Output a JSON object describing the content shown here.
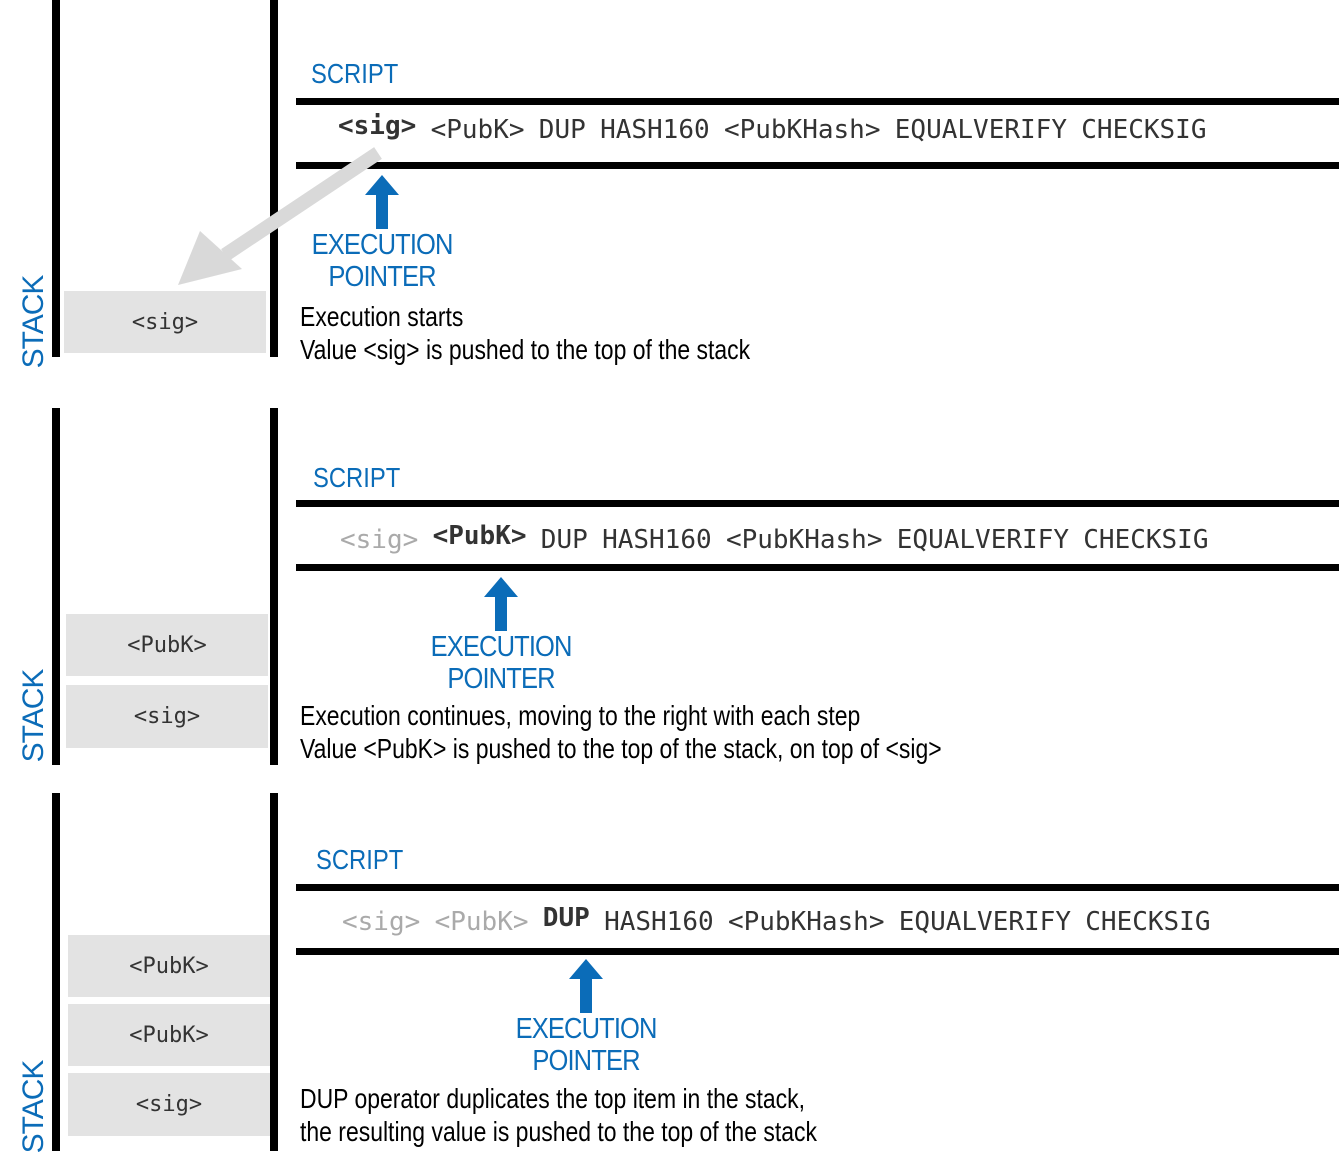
{
  "steps": [
    {
      "script_label": "SCRIPT",
      "stack_label": "STACK",
      "tokens": [
        {
          "text": "<sig>",
          "state": "current"
        },
        {
          "text": "<PubK>",
          "state": "pending"
        },
        {
          "text": "DUP",
          "state": "pending"
        },
        {
          "text": "HASH160",
          "state": "pending"
        },
        {
          "text": "<PubKHash>",
          "state": "pending"
        },
        {
          "text": "EQUALVERIFY",
          "state": "pending"
        },
        {
          "text": "CHECKSIG",
          "state": "pending"
        }
      ],
      "pointer_label": [
        "EXECUTION",
        "POINTER"
      ],
      "stack_items": [
        "<sig>"
      ],
      "caption": [
        "Execution starts",
        "Value <sig> is pushed to the top of the stack"
      ]
    },
    {
      "script_label": "SCRIPT",
      "stack_label": "STACK",
      "tokens": [
        {
          "text": "<sig>",
          "state": "done"
        },
        {
          "text": "<PubK>",
          "state": "current"
        },
        {
          "text": "DUP",
          "state": "pending"
        },
        {
          "text": "HASH160",
          "state": "pending"
        },
        {
          "text": "<PubKHash>",
          "state": "pending"
        },
        {
          "text": "EQUALVERIFY",
          "state": "pending"
        },
        {
          "text": "CHECKSIG",
          "state": "pending"
        }
      ],
      "pointer_label": [
        "EXECUTION",
        "POINTER"
      ],
      "stack_items": [
        "<PubK>",
        "<sig>"
      ],
      "caption": [
        "Execution continues, moving to the right with each step",
        "Value <PubK> is pushed to the top of the stack, on top of <sig>"
      ]
    },
    {
      "script_label": "SCRIPT",
      "stack_label": "STACK",
      "tokens": [
        {
          "text": "<sig>",
          "state": "done"
        },
        {
          "text": "<PubK>",
          "state": "done"
        },
        {
          "text": "DUP",
          "state": "current"
        },
        {
          "text": "HASH160",
          "state": "pending"
        },
        {
          "text": "<PubKHash>",
          "state": "pending"
        },
        {
          "text": "EQUALVERIFY",
          "state": "pending"
        },
        {
          "text": "CHECKSIG",
          "state": "pending"
        }
      ],
      "pointer_label": [
        "EXECUTION",
        "POINTER"
      ],
      "stack_items": [
        "<PubK>",
        "<PubK>",
        "<sig>"
      ],
      "caption": [
        "DUP operator duplicates the top item in the stack,",
        "the resulting value is pushed to the top of the stack"
      ]
    }
  ],
  "colors": {
    "accent": "#0b6cb8",
    "stack_item_bg": "#e3e3e3",
    "done_token": "#aaaaaa",
    "move_arrow": "#d9d9d9"
  }
}
